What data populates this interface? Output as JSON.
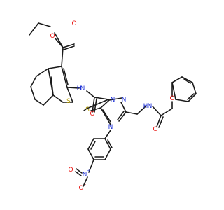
{
  "colors": {
    "carbon_bond": "#1a1a1a",
    "O": "#e8100c",
    "N": "#2033d6",
    "S": "#b39b00",
    "background": "#ffffff"
  },
  "labels": {
    "o_ester_carbonyl": "O",
    "o_ester_ether": "O",
    "s_thiophene": "S",
    "n_amide_left": "N",
    "h_amide_left": "H",
    "o_amide_left": "O",
    "s_thioether": "S",
    "n_triazole_2": "N",
    "n_triazole_1": "N",
    "n_triazole_4": "N",
    "n_amide_right": "N",
    "h_amide_right": "H",
    "o_amide_right": "O",
    "o_phenoxy": "O",
    "n_nitro": "N",
    "n_nitro_charge": "+",
    "o_nitro_down": "O",
    "o_nitro_down_charge": "-",
    "o_nitro_left": "O"
  }
}
